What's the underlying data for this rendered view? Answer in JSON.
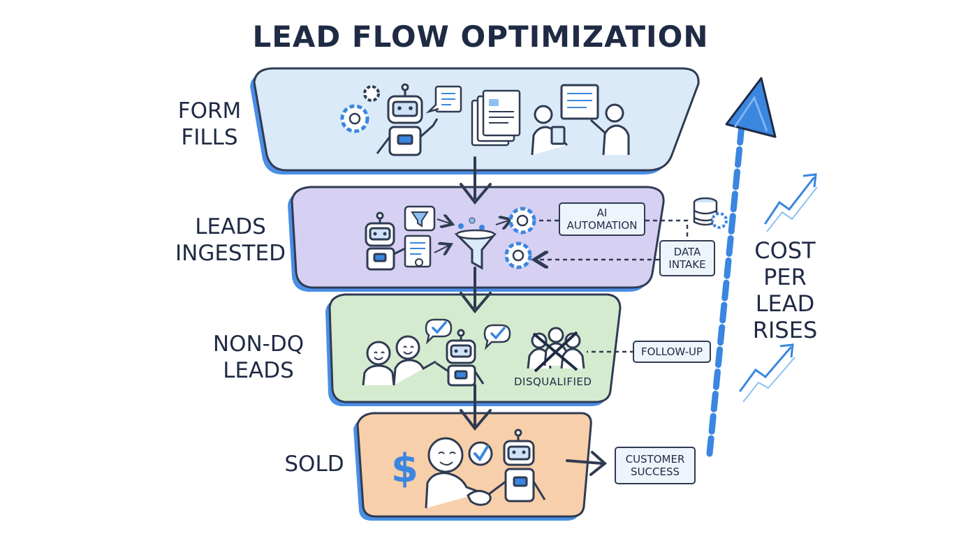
{
  "title": "LEAD FLOW OPTIMIZATION",
  "stages": [
    {
      "label_lines": [
        "FORM",
        "FILLS"
      ],
      "fill": "#dbeaf9"
    },
    {
      "label_lines": [
        "LEADS",
        "INGESTED"
      ],
      "fill": "#d6d0f3"
    },
    {
      "label_lines": [
        "NON-DQ",
        "LEADS"
      ],
      "fill": "#d5ebcf"
    },
    {
      "label_lines": [
        "SOLD"
      ],
      "fill": "#f7cfaa"
    }
  ],
  "callouts": {
    "ai_automation": [
      "AI",
      "AUTOMATION"
    ],
    "data_intake": [
      "DATA",
      "INTAKE"
    ],
    "follow_up": [
      "FOLLOW-UP"
    ],
    "customer_success": [
      "CUSTOMER",
      "SUCCESS"
    ]
  },
  "disqualified_label": "DISQUALIFIED",
  "side_metric_lines": [
    "COST",
    "PER",
    "LEAD",
    "RISES"
  ],
  "colors": {
    "ink": "#2f3b52",
    "accent_blue": "#3a86e0",
    "funnel_outline": "#2f3b52",
    "stage_shadow": "#4a8ee6"
  },
  "icons": [
    "gear-icon",
    "robot-icon",
    "document-icon",
    "chat-bubble-icon",
    "people-icon",
    "filter-icon",
    "funnel-icon",
    "database-icon",
    "checkmark-icon",
    "dollar-icon",
    "handshake-icon",
    "disqualified-icon",
    "trend-arrow-icon"
  ]
}
